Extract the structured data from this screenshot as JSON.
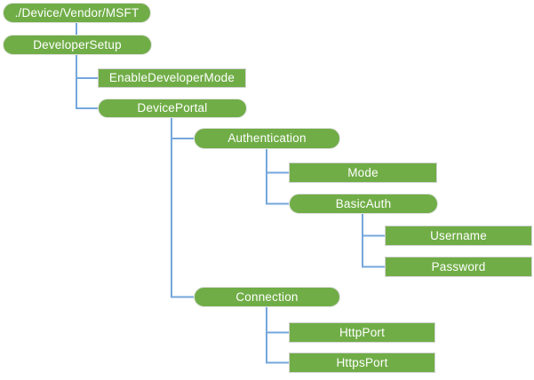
{
  "colors": {
    "node_fill": "#70AD47",
    "node_border": "#D3D3D3",
    "connector": "#74A7DC",
    "text": "#FFFFFF",
    "background": "#FFFFFF"
  },
  "nodes": [
    {
      "label": "./Device/Vendor/MSFT",
      "shape": "pill",
      "parent": null
    },
    {
      "label": "DeveloperSetup",
      "shape": "pill",
      "parent": "./Device/Vendor/MSFT"
    },
    {
      "label": "EnableDeveloperMode",
      "shape": "rect",
      "parent": "DeveloperSetup"
    },
    {
      "label": "DevicePortal",
      "shape": "pill",
      "parent": "DeveloperSetup"
    },
    {
      "label": "Authentication",
      "shape": "pill",
      "parent": "DevicePortal"
    },
    {
      "label": "Mode",
      "shape": "rect",
      "parent": "Authentication"
    },
    {
      "label": "BasicAuth",
      "shape": "pill",
      "parent": "Authentication"
    },
    {
      "label": "Username",
      "shape": "rect",
      "parent": "BasicAuth"
    },
    {
      "label": "Password",
      "shape": "rect",
      "parent": "BasicAuth"
    },
    {
      "label": "Connection",
      "shape": "pill",
      "parent": "DevicePortal"
    },
    {
      "label": "HttpPort",
      "shape": "rect",
      "parent": "Connection"
    },
    {
      "label": "HttpsPort",
      "shape": "rect",
      "parent": "Connection"
    }
  ]
}
